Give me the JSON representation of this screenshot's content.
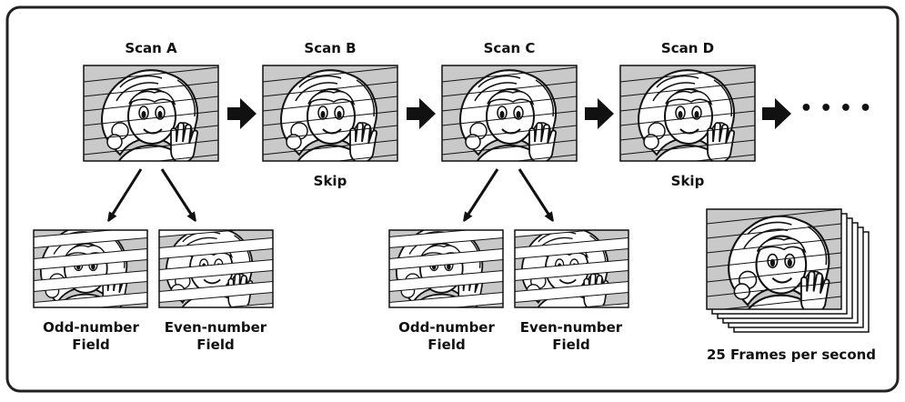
{
  "scans": [
    {
      "title": "Scan A",
      "note": ""
    },
    {
      "title": "Scan B",
      "note": "Skip"
    },
    {
      "title": "Scan C",
      "note": ""
    },
    {
      "title": "Scan D",
      "note": "Skip"
    }
  ],
  "fields": {
    "odd": {
      "line1": "Odd-number",
      "line2": "Field"
    },
    "even": {
      "line1": "Even-number",
      "line2": "Field"
    }
  },
  "continuation": "• • • •",
  "stack_caption": "25 Frames per second",
  "colors": {
    "frame_fill": "#c9c9c9",
    "ink": "#111111",
    "border": "#222222"
  }
}
